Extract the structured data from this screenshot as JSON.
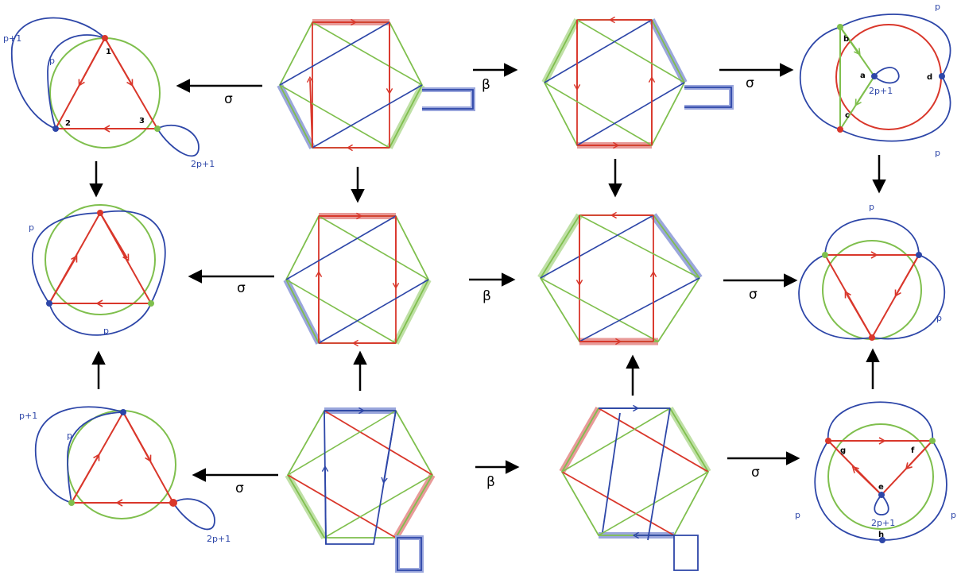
{
  "colors": {
    "red": "#d9372b",
    "green": "#7fbf4d",
    "blue": "#2d46a8",
    "black": "#000000",
    "red_highlight": "#e89a98",
    "blue_highlight": "#9aa6dc",
    "green_highlight": "#bfe0a6"
  },
  "operators": {
    "sigma": "σ",
    "beta": "β"
  },
  "loop_labels": {
    "p": "p",
    "p_plus_1": "p+1",
    "two_p_plus_1": "2p+1"
  },
  "vertex_labels": {
    "one": "1",
    "two": "2",
    "three": "3",
    "a": "a",
    "b": "b",
    "c": "c",
    "d": "d",
    "e": "e",
    "f": "f",
    "g": "g",
    "h": "h"
  }
}
